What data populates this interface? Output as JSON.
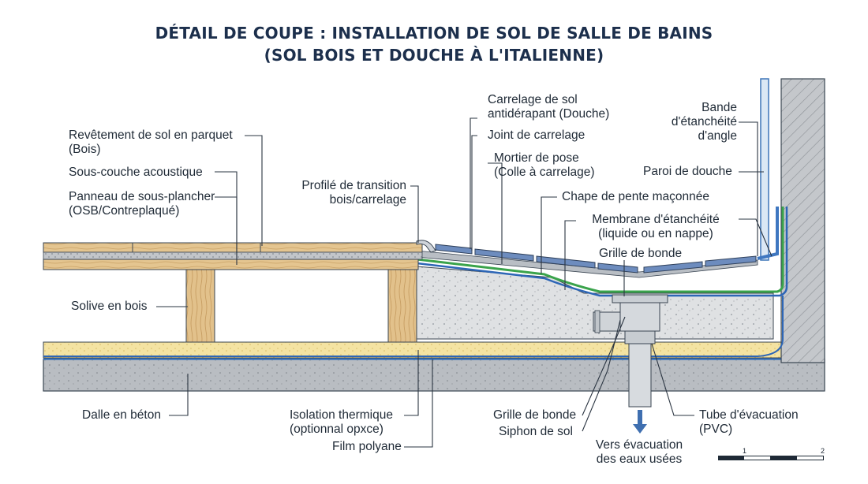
{
  "title": {
    "line1": "DÉTAIL DE COUPE : INSTALLATION DE SOL DE SALLE DE BAINS",
    "line2": "(SOL BOIS ET DOUCHE À L'ITALIENNE)"
  },
  "labels": {
    "parquet": [
      "Revêtement de sol en parquet",
      "(Bois)"
    ],
    "sous_couche": "Sous-couche acoustique",
    "panneau": [
      "Panneau de sous-plancher",
      "(OSB/Contreplaqué)"
    ],
    "solive": "Solive en bois",
    "dalle": "Dalle en béton",
    "profile": [
      "Profilé de transition",
      "bois/carrelage"
    ],
    "isolation": [
      "Isolation thermique",
      "(optionnal opxce)"
    ],
    "film": "Film polyane",
    "carrelage": [
      "Carrelage de sol",
      "antidérapant (Douche)"
    ],
    "joint": "Joint de carrelage",
    "mortier": [
      "Mortier de pose",
      "(Colle à carrelage)"
    ],
    "chape": "Chape de pente maçonnée",
    "membrane": [
      "Membrane d'étanchéité",
      "(liquide ou en nappe)"
    ],
    "grille_top": "Grille de bonde",
    "bande": [
      "Bande",
      "d'étanchéité",
      "d'angle"
    ],
    "paroi": "Paroi de douche",
    "grille_bottom": "Grille de bonde",
    "siphon": "Siphon de sol",
    "evacuation": [
      "Vers évacuation",
      "des eaux usées"
    ],
    "tube": [
      "Tube d'évacuation",
      "(PVC)"
    ]
  },
  "scale_bar": {
    "labels": [
      "1",
      "2"
    ]
  },
  "colors": {
    "title": "#1c2f4c",
    "wood": "#e2c38e",
    "concrete": "#c9ccd0",
    "insulation": "#f3e2a0",
    "tile": "#6c8bbd",
    "membrane_green": "#38a84a",
    "membrane_blue": "#2d67b8",
    "wall": "#b4b8bd"
  }
}
